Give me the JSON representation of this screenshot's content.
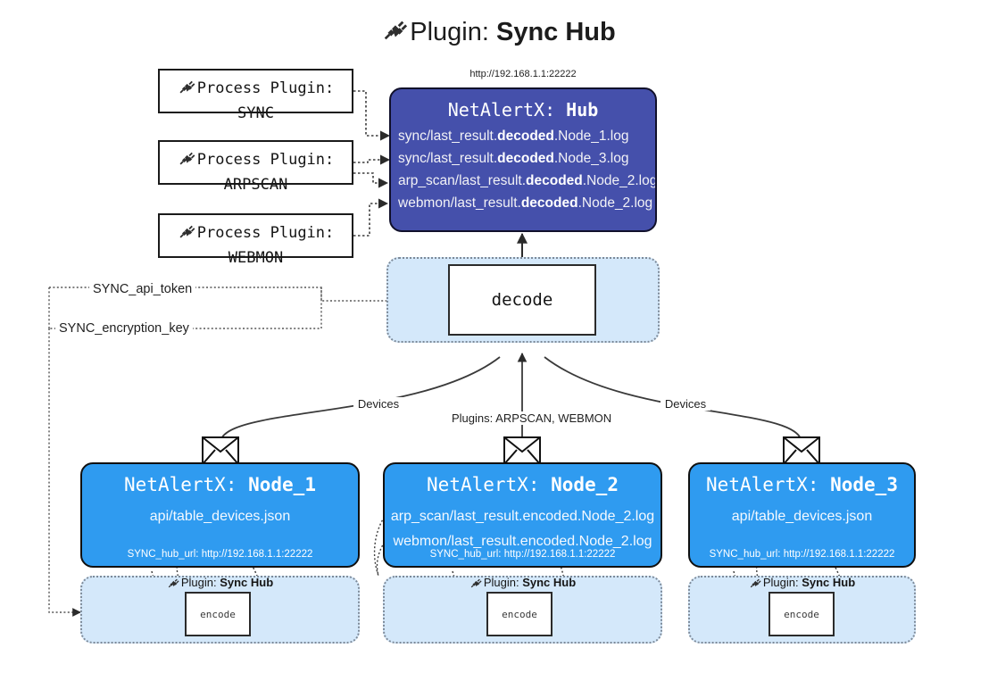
{
  "title": {
    "icon": "plug-icon",
    "prefix": "Plugin: ",
    "name": "Sync Hub"
  },
  "hub": {
    "url": "http://192.168.1.1:22222",
    "title_prefix": "NetAlertX: ",
    "title_name": "Hub",
    "lines": [
      {
        "pre": "sync/last_result.",
        "bold": "decoded",
        "post": ".Node_1.log"
      },
      {
        "pre": "sync/last_result.",
        "bold": "decoded",
        "post": ".Node_3.log"
      },
      {
        "pre": "arp_scan/last_result.",
        "bold": "decoded",
        "post": ".Node_2.log"
      },
      {
        "pre": "webmon/last_result.",
        "bold": "decoded",
        "post": ".Node_2.log"
      }
    ]
  },
  "process_plugins": [
    {
      "icon": "plug-icon",
      "line1": "Process Plugin:",
      "line2": "SYNC"
    },
    {
      "icon": "plug-icon",
      "line1": "Process Plugin:",
      "line2": "ARPSCAN"
    },
    {
      "icon": "plug-icon",
      "line1": "Process Plugin:",
      "line2": "WEBMON"
    }
  ],
  "decode": {
    "label": "decode"
  },
  "keys": [
    {
      "label": "SYNC_api_token"
    },
    {
      "label": "SYNC_encryption_key"
    }
  ],
  "edge_labels": {
    "left": "Devices",
    "center": "Plugins: ARPSCAN, WEBMON",
    "right": "Devices"
  },
  "nodes": [
    {
      "icon": "envelope-icon",
      "title_prefix": "NetAlertX: ",
      "title_name": "Node_1",
      "lines": [
        "api/table_devices.json"
      ],
      "footer": "SYNC_hub_url: http://192.168.1.1:22222"
    },
    {
      "icon": "envelope-icon",
      "title_prefix": "NetAlertX: ",
      "title_name": "Node_2",
      "lines": [
        "arp_scan/last_result.encoded.Node_2.log",
        "webmon/last_result.encoded.Node_2.log"
      ],
      "footer": "SYNC_hub_url: http://192.168.1.1:22222"
    },
    {
      "icon": "envelope-icon",
      "title_prefix": "NetAlertX: ",
      "title_name": "Node_3",
      "lines": [
        "api/table_devices.json"
      ],
      "footer": "SYNC_hub_url: http://192.168.1.1:22222"
    }
  ],
  "encoders": [
    {
      "icon": "plug-icon",
      "caption_prefix": "Plugin: ",
      "caption_name": "Sync Hub",
      "label": "encode"
    },
    {
      "icon": "plug-icon",
      "caption_prefix": "Plugin: ",
      "caption_name": "Sync Hub",
      "label": "encode"
    },
    {
      "icon": "plug-icon",
      "caption_prefix": "Plugin: ",
      "caption_name": "Sync Hub",
      "label": "encode"
    }
  ],
  "colors": {
    "hub_fill": "#4550ab",
    "node_fill": "#2f9bf0",
    "pane_fill": "#d4e8fa",
    "stroke": "#2b2b2b",
    "dotted": "#7d8a99"
  }
}
